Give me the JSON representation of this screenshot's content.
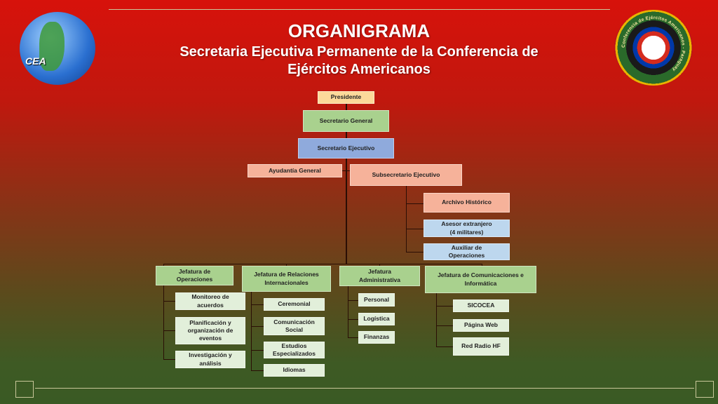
{
  "header": {
    "title": "ORGANIGRAMA",
    "subtitle_line1": "Secretaria Ejecutiva Permanente de la Conferencia de",
    "subtitle_line2": "Ejércitos Americanos",
    "left_logo_text": "CEA",
    "right_logo_text": "Conferencia de Ejércitos Americanos - Paraguay"
  },
  "org": {
    "presidente": "Presidente",
    "secretario_general": "Secretario General",
    "secretario_ejecutivo": "Secretario Ejecutivo",
    "ayudantia": "Ayudantía General",
    "subsecretario": "Subsecretario Ejecutivo",
    "archivo": "Archivo Histórico",
    "asesor": "Asesor extranjero (4 militares)",
    "auxiliar": "Auxiliar de Operaciones",
    "jefaturas": [
      {
        "label": "Jefatura de Operaciones",
        "children": [
          "Monitoreo de acuerdos",
          "Planificación y organización de eventos",
          "Investigación y análisis"
        ]
      },
      {
        "label": "Jefatura de Relaciones Internacionales",
        "children": [
          "Ceremonial",
          "Comunicación Social",
          "Estudios Especializados",
          "Idiomas"
        ]
      },
      {
        "label": "Jefatura Administrativa",
        "children": [
          "Personal",
          "Logística",
          "Finanzas"
        ]
      },
      {
        "label": "Jefatura de Comunicaciones e Informática",
        "children": [
          "SICOCEA",
          "Página Web",
          "Red Radio HF"
        ]
      }
    ]
  }
}
